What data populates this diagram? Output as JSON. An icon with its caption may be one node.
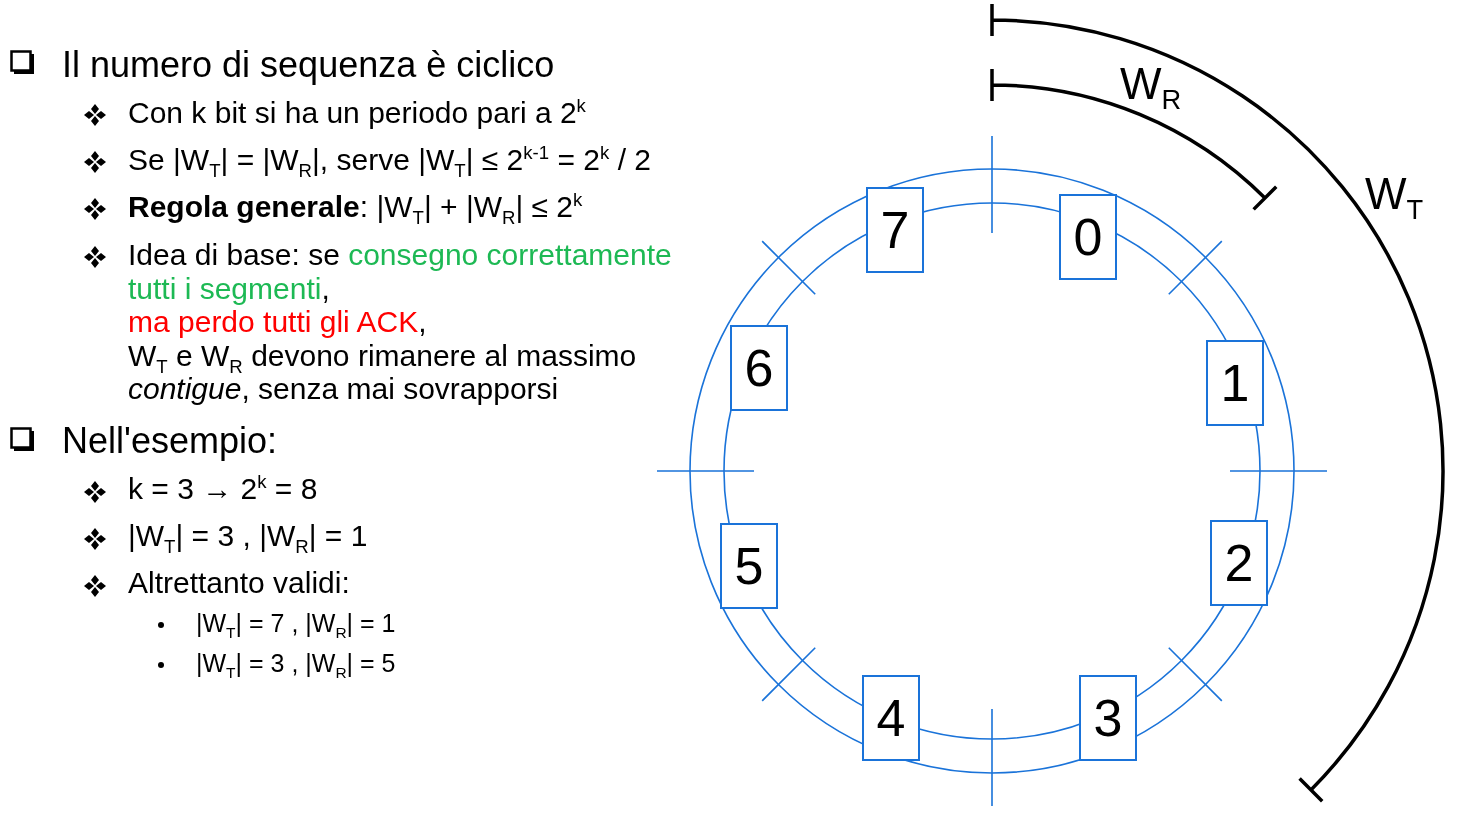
{
  "diagram": {
    "nodes": [
      {
        "text": [
          "0"
        ]
      },
      {
        "text": [
          "1"
        ]
      },
      {
        "text": [
          "2"
        ]
      },
      {
        "text": [
          "3"
        ]
      },
      {
        "text": [
          "4"
        ]
      },
      {
        "text": [
          "5"
        ]
      },
      {
        "text": [
          "6"
        ]
      },
      {
        "text": [
          "7"
        ]
      }
    ],
    "labels": [
      "Il numero di sequenza è ciclico",
      "Con k bit si ha un periodo pari a 2$^{k}$",
      "Se |W$_{T}$| = |W$_{R}$|, serve |W$_{T}$| ≤ 2$^{k-1}$ = 2$^{k}$ / 2",
      "**Regola generale**: |W$_{T}$| + |W$_{R}$| ≤ 2$^{k}$",
      "Idea di base: se",
      "consegno correttamente tutti i segmenti",
      ",",
      "ma perdo tutti gli ACK",
      ",",
      "W$_{T}$ e W$_{R}$ devono rimanere al massimo *contigue*, senza mai sovrapporsi",
      "Nell'esempio:",
      "k = 3 → 2$^{k}$ = 8",
      "|W$_{T}$| = 3  ,  |W$_{R}$| = 1",
      "Altrettanto validi:",
      "|W$_{T}$| = 7  ,  |W$_{R}$| = 1",
      "|W$_{T}$| = 3  ,  |W$_{R}$| = 5",
      "W$_{R}$",
      "W$_{T}$"
    ]
  }
}
